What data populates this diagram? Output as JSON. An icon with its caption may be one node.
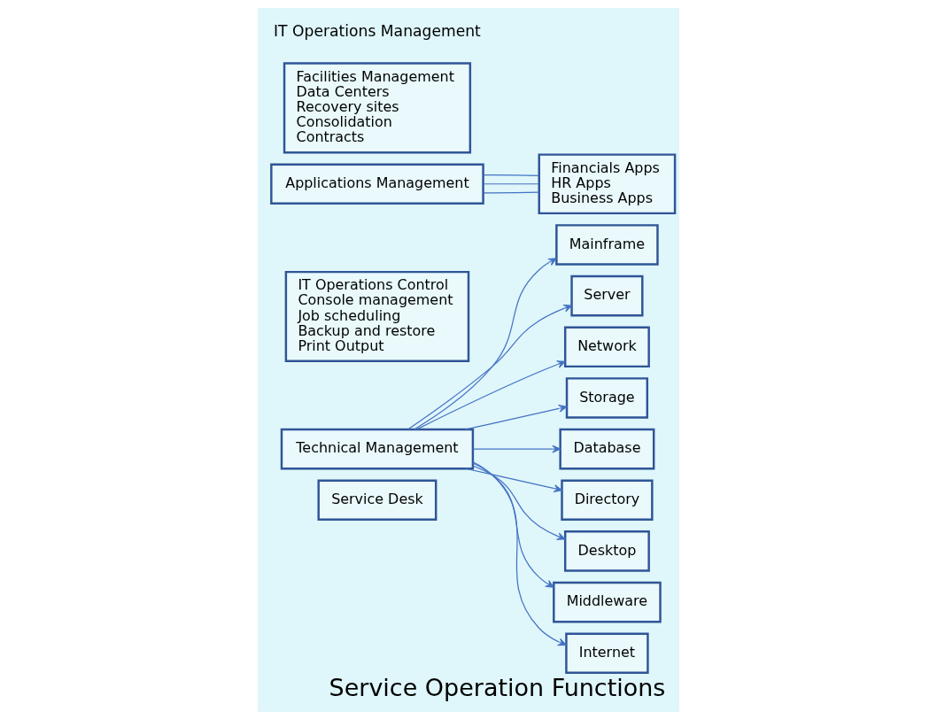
{
  "diagram": {
    "caption": "Service Operation Functions",
    "nodes": [
      {
        "text": [
          "Service Desk"
        ]
      },
      {
        "text": [
          "Technical Management"
        ]
      },
      {
        "text": [
          "Mainframe"
        ]
      },
      {
        "text": [
          "Server"
        ]
      },
      {
        "text": [
          "Network"
        ]
      },
      {
        "text": [
          "Storage"
        ]
      },
      {
        "text": [
          "Database"
        ]
      },
      {
        "text": [
          "Directory"
        ]
      },
      {
        "text": [
          "Desktop"
        ]
      },
      {
        "text": [
          "Middleware"
        ]
      },
      {
        "text": [
          "Internet"
        ]
      },
      {
        "text": [
          "IT Operations Control",
          "Console management",
          "Job scheduling",
          "Backup and restore",
          "Print Output"
        ]
      },
      {
        "text": [
          "Applications Management"
        ]
      },
      {
        "text": [
          "Financials Apps",
          "HR Apps",
          "Business Apps"
        ]
      },
      {
        "text": [
          "Facilities Management",
          "Data Centers",
          "Recovery sites",
          "Consolidation",
          "Contracts"
        ]
      }
    ],
    "edges": [
      {
        "from": 1,
        "to": 2,
        "arrow": "to"
      },
      {
        "from": 1,
        "to": 3,
        "arrow": "to"
      },
      {
        "from": 1,
        "to": 4,
        "arrow": "to"
      },
      {
        "from": 1,
        "to": 5,
        "arrow": "to"
      },
      {
        "from": 1,
        "to": 6,
        "arrow": "to"
      },
      {
        "from": 1,
        "to": 7,
        "arrow": "to"
      },
      {
        "from": 1,
        "to": 8,
        "arrow": "to"
      },
      {
        "from": 1,
        "to": 9,
        "arrow": "to"
      },
      {
        "from": 1,
        "to": 10,
        "arrow": "to"
      },
      {
        "from": 12,
        "to": 13,
        "arrow": "none"
      },
      {
        "from": 12,
        "to": 13,
        "arrow": "none"
      },
      {
        "from": 12,
        "to": 13,
        "arrow": "none"
      }
    ],
    "labels": [
      "IT Operations Management"
    ]
  }
}
